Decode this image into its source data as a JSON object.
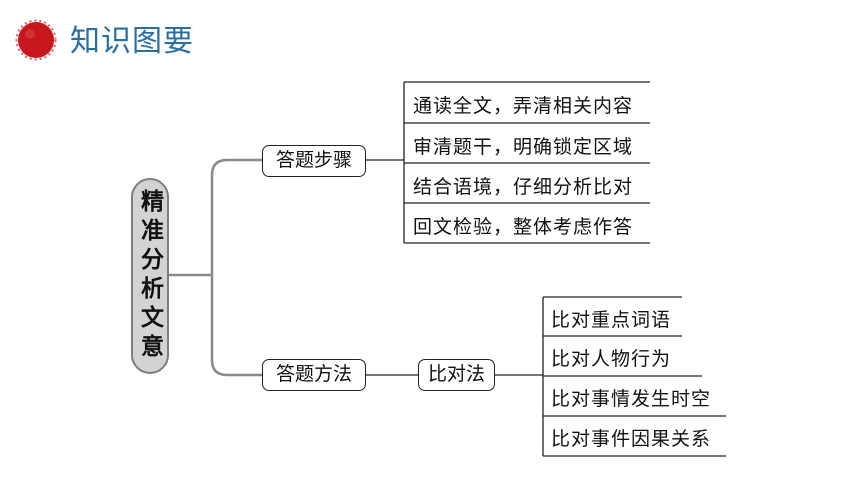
{
  "header": {
    "title": "知识图要"
  },
  "root": {
    "label": "精准分析文意"
  },
  "branches": [
    {
      "label": "答题步骤",
      "items": [
        "通读全文，弄清相关内容",
        "审清题干，明确锁定区域",
        "结合语境，仔细分析比对",
        "回文检验，整体考虑作答"
      ]
    },
    {
      "label": "答题方法",
      "method": "比对法",
      "items": [
        "比对重点词语",
        "比对人物行为",
        "比对事情发生时空",
        "比对事件因果关系"
      ]
    }
  ],
  "colors": {
    "accent_red": "#c8161e",
    "title_blue": "#2a6fa0",
    "root_fill": "#d3d3d3"
  }
}
